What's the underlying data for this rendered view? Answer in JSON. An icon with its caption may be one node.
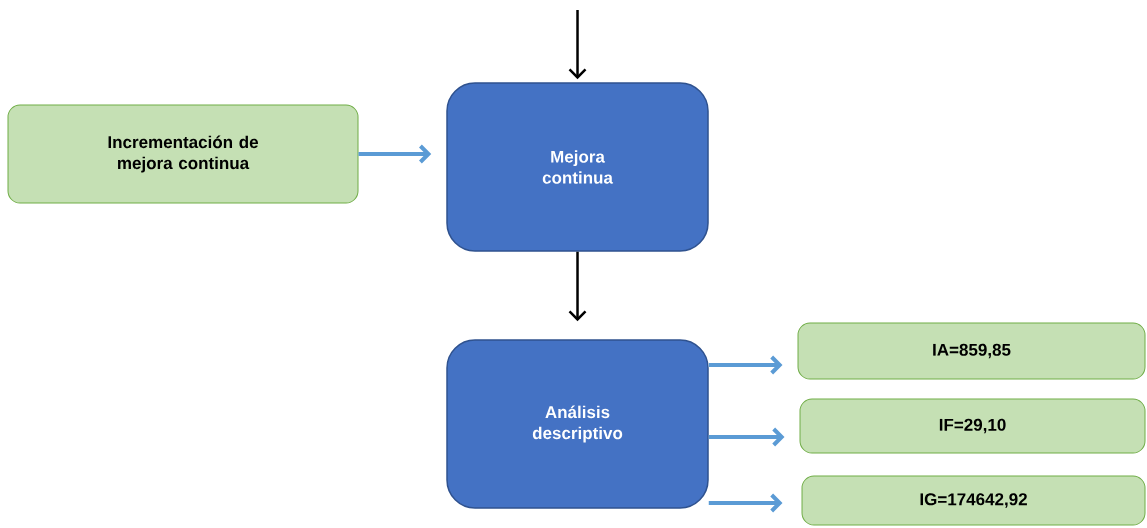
{
  "diagram": {
    "nodes": [
      {
        "text": [
          "Incrementación de mejora continua"
        ]
      },
      {
        "text": [
          "Mejora continua"
        ]
      },
      {
        "text": [
          "Análisis descriptivo"
        ]
      },
      {
        "text": [
          "IA=859,85"
        ]
      },
      {
        "text": [
          "IF=29,10"
        ]
      },
      {
        "text": [
          "IG=174642,92"
        ]
      }
    ],
    "edges": [
      {
        "from": null,
        "to": 1,
        "arrow": "to",
        "color": "#000000"
      },
      {
        "from": 0,
        "to": 1,
        "arrow": "to"
      },
      {
        "from": 1,
        "to": 2,
        "arrow": "to",
        "color": "#000000"
      },
      {
        "from": 2,
        "to": 3,
        "arrow": "to"
      },
      {
        "from": 2,
        "to": 4,
        "arrow": "to"
      },
      {
        "from": 2,
        "to": 5,
        "arrow": "to"
      }
    ]
  }
}
